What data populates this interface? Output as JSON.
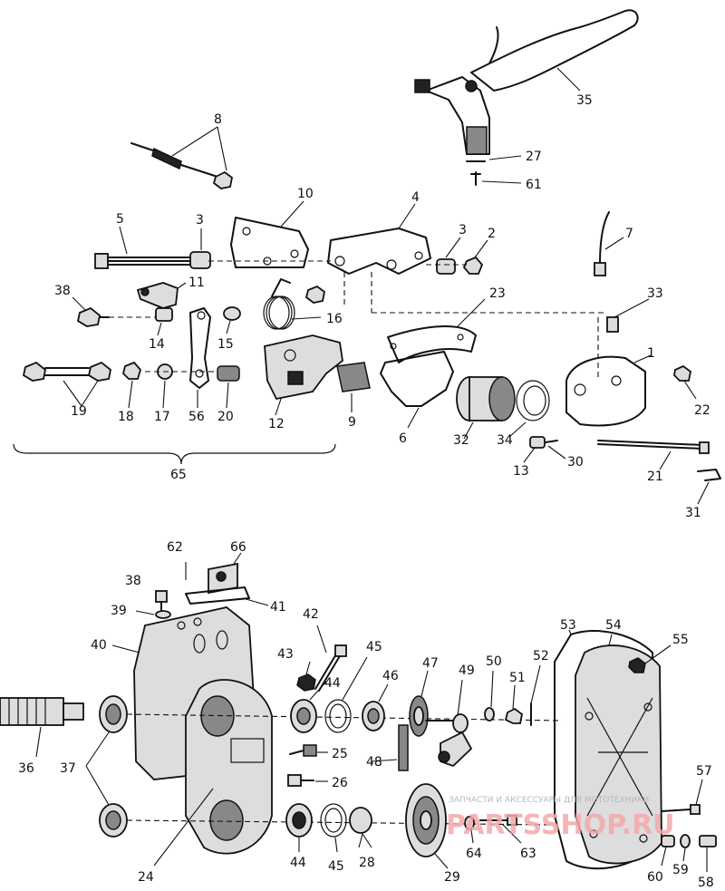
{
  "labels": {
    "l1": "1",
    "l2": "2",
    "l3a": "3",
    "l3b": "3",
    "l4": "4",
    "l5": "5",
    "l6": "6",
    "l7": "7",
    "l8": "8",
    "l9": "9",
    "l10": "10",
    "l11": "11",
    "l12": "12",
    "l13": "13",
    "l14": "14",
    "l15": "15",
    "l16": "16",
    "l17": "17",
    "l18": "18",
    "l19": "19",
    "l20": "20",
    "l21": "21",
    "l22": "22",
    "l23": "23",
    "l24": "24",
    "l25": "25",
    "l26": "26",
    "l27": "27",
    "l28": "28",
    "l29": "29",
    "l30": "30",
    "l31": "31",
    "l32": "32",
    "l33": "33",
    "l34": "34",
    "l35": "35",
    "l36": "36",
    "l37": "37",
    "l38a": "38",
    "l38b": "38",
    "l39": "39",
    "l40": "40",
    "l41": "41",
    "l42": "42",
    "l43": "43",
    "l44a": "44",
    "l44b": "44",
    "l45a": "45",
    "l45b": "45",
    "l46": "46",
    "l47": "47",
    "l48": "48",
    "l49": "49",
    "l50": "50",
    "l51": "51",
    "l52": "52",
    "l53": "53",
    "l54": "54",
    "l55": "55",
    "l56": "56",
    "l57": "57",
    "l58": "58",
    "l59": "59",
    "l60": "60",
    "l61": "61",
    "l62": "62",
    "l63": "63",
    "l64": "64",
    "l65": "65",
    "l66": "66"
  },
  "watermark": {
    "tagline": "ЗАПЧАСТИ И АКСЕССУАРЫ ДЛЯ МОТОТЕХНИКИ",
    "brand": "PARTSSHOP.RU"
  }
}
